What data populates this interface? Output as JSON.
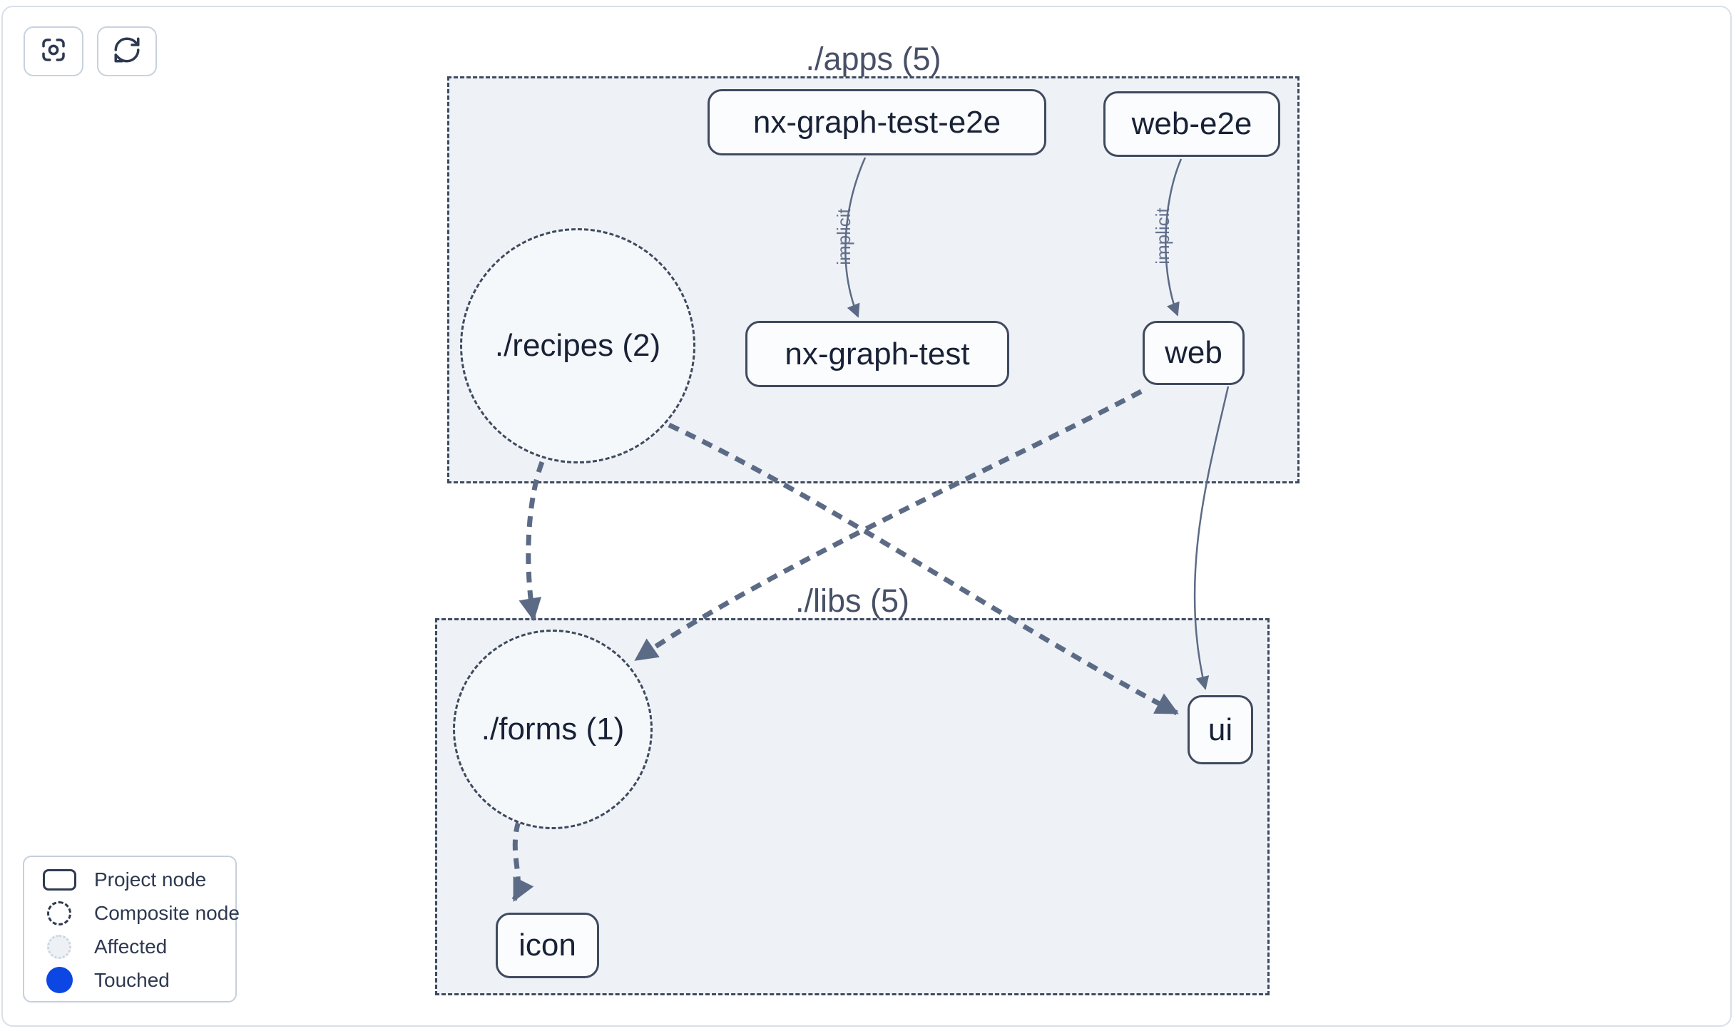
{
  "toolbar": {
    "buttons": [
      {
        "icon": "focus-icon"
      },
      {
        "icon": "refresh-icon"
      }
    ]
  },
  "groups": [
    {
      "id": "apps",
      "label": "./apps (5)"
    },
    {
      "id": "libs",
      "label": "./libs (5)"
    }
  ],
  "nodes": [
    {
      "id": "nx-graph-test-e2e",
      "label": "nx-graph-test-e2e",
      "type": "project",
      "group": "./apps"
    },
    {
      "id": "web-e2e",
      "label": "web-e2e",
      "type": "project",
      "group": "./apps"
    },
    {
      "id": "nx-graph-test",
      "label": "nx-graph-test",
      "type": "project",
      "group": "./apps"
    },
    {
      "id": "web",
      "label": "web",
      "type": "project",
      "group": "./apps"
    },
    {
      "id": "recipes",
      "label": "./recipes (2)",
      "type": "composite",
      "group": "./apps"
    },
    {
      "id": "forms",
      "label": "./forms (1)",
      "type": "composite",
      "group": "./libs"
    },
    {
      "id": "ui",
      "label": "ui",
      "type": "project",
      "group": "./libs"
    },
    {
      "id": "icon",
      "label": "icon",
      "type": "project",
      "group": "./libs"
    }
  ],
  "edges": [
    {
      "from": "nx-graph-test-e2e",
      "to": "nx-graph-test",
      "label": "implicit",
      "style": "solid"
    },
    {
      "from": "web-e2e",
      "to": "web",
      "label": "implicit",
      "style": "solid"
    },
    {
      "from": "./recipes (2)",
      "to": "./forms (1)",
      "label": "",
      "style": "dashed"
    },
    {
      "from": "./recipes (2)",
      "to": "ui",
      "label": "",
      "style": "dashed"
    },
    {
      "from": "web",
      "to": "./forms (1)",
      "label": "",
      "style": "dashed"
    },
    {
      "from": "web",
      "to": "ui",
      "label": "",
      "style": "solid"
    },
    {
      "from": "./forms (1)",
      "to": "icon",
      "label": "",
      "style": "dashed"
    }
  ],
  "legend": {
    "items": [
      {
        "label": "Project node",
        "swatch": "project-node-swatch"
      },
      {
        "label": "Composite node",
        "swatch": "composite-node-swatch"
      },
      {
        "label": "Affected",
        "swatch": "affected-swatch"
      },
      {
        "label": "Touched",
        "swatch": "touched-swatch"
      }
    ]
  },
  "colors": {
    "touched": "#0d47e3",
    "affected_fill": "#edf1f6",
    "edge": "#5c6b85",
    "group_fill": "#eef1f6",
    "node_border": "#3f4a5f",
    "node_text": "#182136",
    "frame_border": "#d9e0ea"
  }
}
